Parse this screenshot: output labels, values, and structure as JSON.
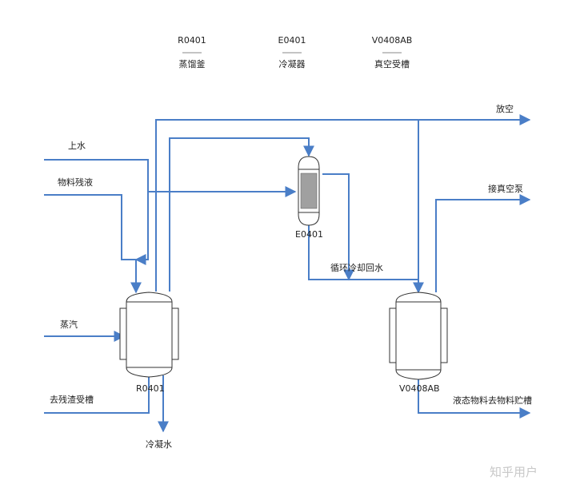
{
  "legend": [
    {
      "tag": "R0401",
      "name": "蒸馏釜"
    },
    {
      "tag": "E0401",
      "name": "冷凝器"
    },
    {
      "tag": "V0408AB",
      "name": "真空受槽"
    }
  ],
  "equipment": {
    "reactor": "R0401",
    "condenser": "E0401",
    "receiver": "V0408AB"
  },
  "streams": {
    "water_in": "上水",
    "material_residue": "物料残液",
    "steam": "蒸汽",
    "to_residue_tank": "去残渣受槽",
    "condensate": "冷凝水",
    "vent": "放空",
    "vacuum_pump": "接真空泵",
    "cooling_return": "循环冷却回水",
    "liquid_to_storage": "液态物料去物料贮槽"
  },
  "watermark": "知乎用户",
  "colors": {
    "pipe": "#4a7ec7",
    "outline": "#333333",
    "condenser_core": "#a0a0a0"
  }
}
